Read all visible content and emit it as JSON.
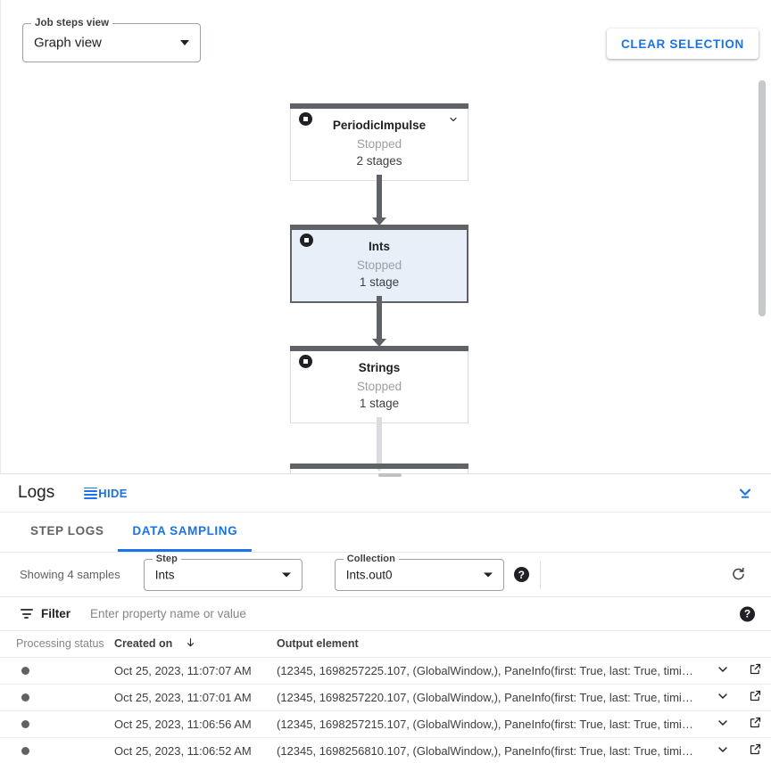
{
  "graph": {
    "view_select": {
      "label": "Job steps view",
      "value": "Graph view",
      "caret_icon": "caret-down-icon"
    },
    "clear_selection_label": "CLEAR SELECTION",
    "nodes": [
      {
        "id": "periodic",
        "title": "PeriodicImpulse",
        "status": "Stopped",
        "stages": "2 stages",
        "selected": false,
        "has_caret": true,
        "state_icon": "stop-circle-icon"
      },
      {
        "id": "ints",
        "title": "Ints",
        "status": "Stopped",
        "stages": "1 stage",
        "selected": true,
        "has_caret": false,
        "state_icon": "stop-circle-icon"
      },
      {
        "id": "strings",
        "title": "Strings",
        "status": "Stopped",
        "stages": "1 stage",
        "selected": false,
        "has_caret": false,
        "state_icon": "stop-circle-icon"
      }
    ],
    "scrollbar": "graph-vertical-scrollbar"
  },
  "logs": {
    "title": "Logs",
    "hide_label": "HIDE",
    "hide_icon": "list-lines-icon",
    "collapse_icon": "expand-less-bar-icon",
    "tabs": [
      {
        "label": "STEP LOGS",
        "active": false
      },
      {
        "label": "DATA SAMPLING",
        "active": true
      }
    ]
  },
  "sampling": {
    "showing_text": "Showing 4 samples",
    "step": {
      "label": "Step",
      "value": "Ints"
    },
    "collection": {
      "label": "Collection",
      "value": "Ints.out0"
    },
    "help_icon": "help-icon",
    "refresh_icon": "refresh-icon"
  },
  "filter": {
    "icon": "filter-icon",
    "label": "Filter",
    "placeholder": "Enter property name or value",
    "value": "",
    "help_icon": "help-icon"
  },
  "table": {
    "columns": [
      {
        "key": "status",
        "label": "Processing status",
        "muted": true,
        "sorted": false
      },
      {
        "key": "created",
        "label": "Created on",
        "muted": false,
        "sorted": true,
        "sort_icon": "arrow-down-icon"
      },
      {
        "key": "output",
        "label": "Output element",
        "muted": false,
        "sorted": false
      }
    ],
    "row_expand_icon": "chevron-down-icon",
    "row_open_icon": "open-in-new-icon",
    "rows": [
      {
        "status_dot": "#5f6368",
        "created": "Oct 25, 2023, 11:07:07 AM",
        "output": "(12345, 1698257225.107, (GlobalWindow,), PaneInfo(first: True, last: True, timing…"
      },
      {
        "status_dot": "#5f6368",
        "created": "Oct 25, 2023, 11:07:01 AM",
        "output": "(12345, 1698257220.107, (GlobalWindow,), PaneInfo(first: True, last: True, timing…"
      },
      {
        "status_dot": "#5f6368",
        "created": "Oct 25, 2023, 11:06:56 AM",
        "output": "(12345, 1698257215.107, (GlobalWindow,), PaneInfo(first: True, last: True, timing…"
      },
      {
        "status_dot": "#5f6368",
        "created": "Oct 25, 2023, 11:06:52 AM",
        "output": "(12345, 1698256810.107, (GlobalWindow,), PaneInfo(first: True, last: True, timing…"
      }
    ]
  },
  "colors": {
    "accent_blue": "#1a73e8",
    "node_bar": "#5f6368",
    "node_selected_bg": "#e8eff9",
    "edge_light": "#dadce0"
  }
}
